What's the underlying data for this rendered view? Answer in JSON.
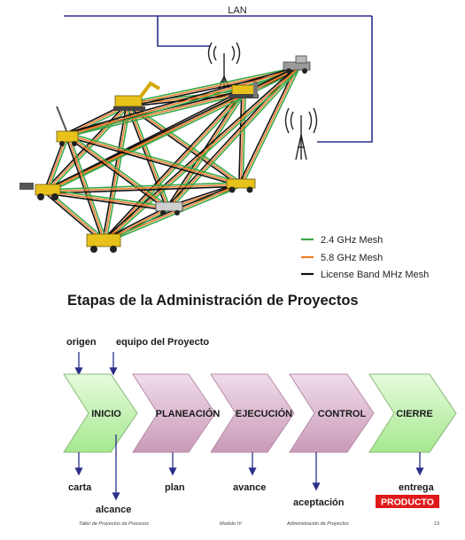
{
  "network": {
    "lan_label": "LAN",
    "legend": [
      {
        "label": "2.4 GHz Mesh",
        "color": "#3aa64a"
      },
      {
        "label": "5.8 GHz Mesh",
        "color": "#f07d2a"
      },
      {
        "label": "License Band MHz Mesh",
        "color": "#111111"
      }
    ],
    "vehicles": [
      "excavator-icon",
      "bulldozer-icon",
      "pickup-truck-icon",
      "drill-rig-icon",
      "wheel-loader-icon",
      "grader-icon",
      "service-truck-icon",
      "dump-truck-icon"
    ]
  },
  "process": {
    "title": "Etapas de la Administración de Proyectos",
    "inputs": [
      "origen",
      "equipo del Proyecto"
    ],
    "stages": [
      "INICIO",
      "PLANEACIÓN",
      "EJECUCIÓN",
      "CONTROL",
      "CIERRE"
    ],
    "outputs": [
      "carta",
      "alcance",
      "plan",
      "avance",
      "aceptación",
      "entrega"
    ],
    "product_label": "PRODUCTO",
    "colors": {
      "green_stage": "#b8f0a8",
      "purple_stage": "#dcb6d0",
      "product_box": "#e01a1a"
    }
  },
  "footer": {
    "left": "Taller de Proyectos de Procesos",
    "middle": "Modulo IV",
    "right": "Administración de Proyectos",
    "page": "13"
  }
}
